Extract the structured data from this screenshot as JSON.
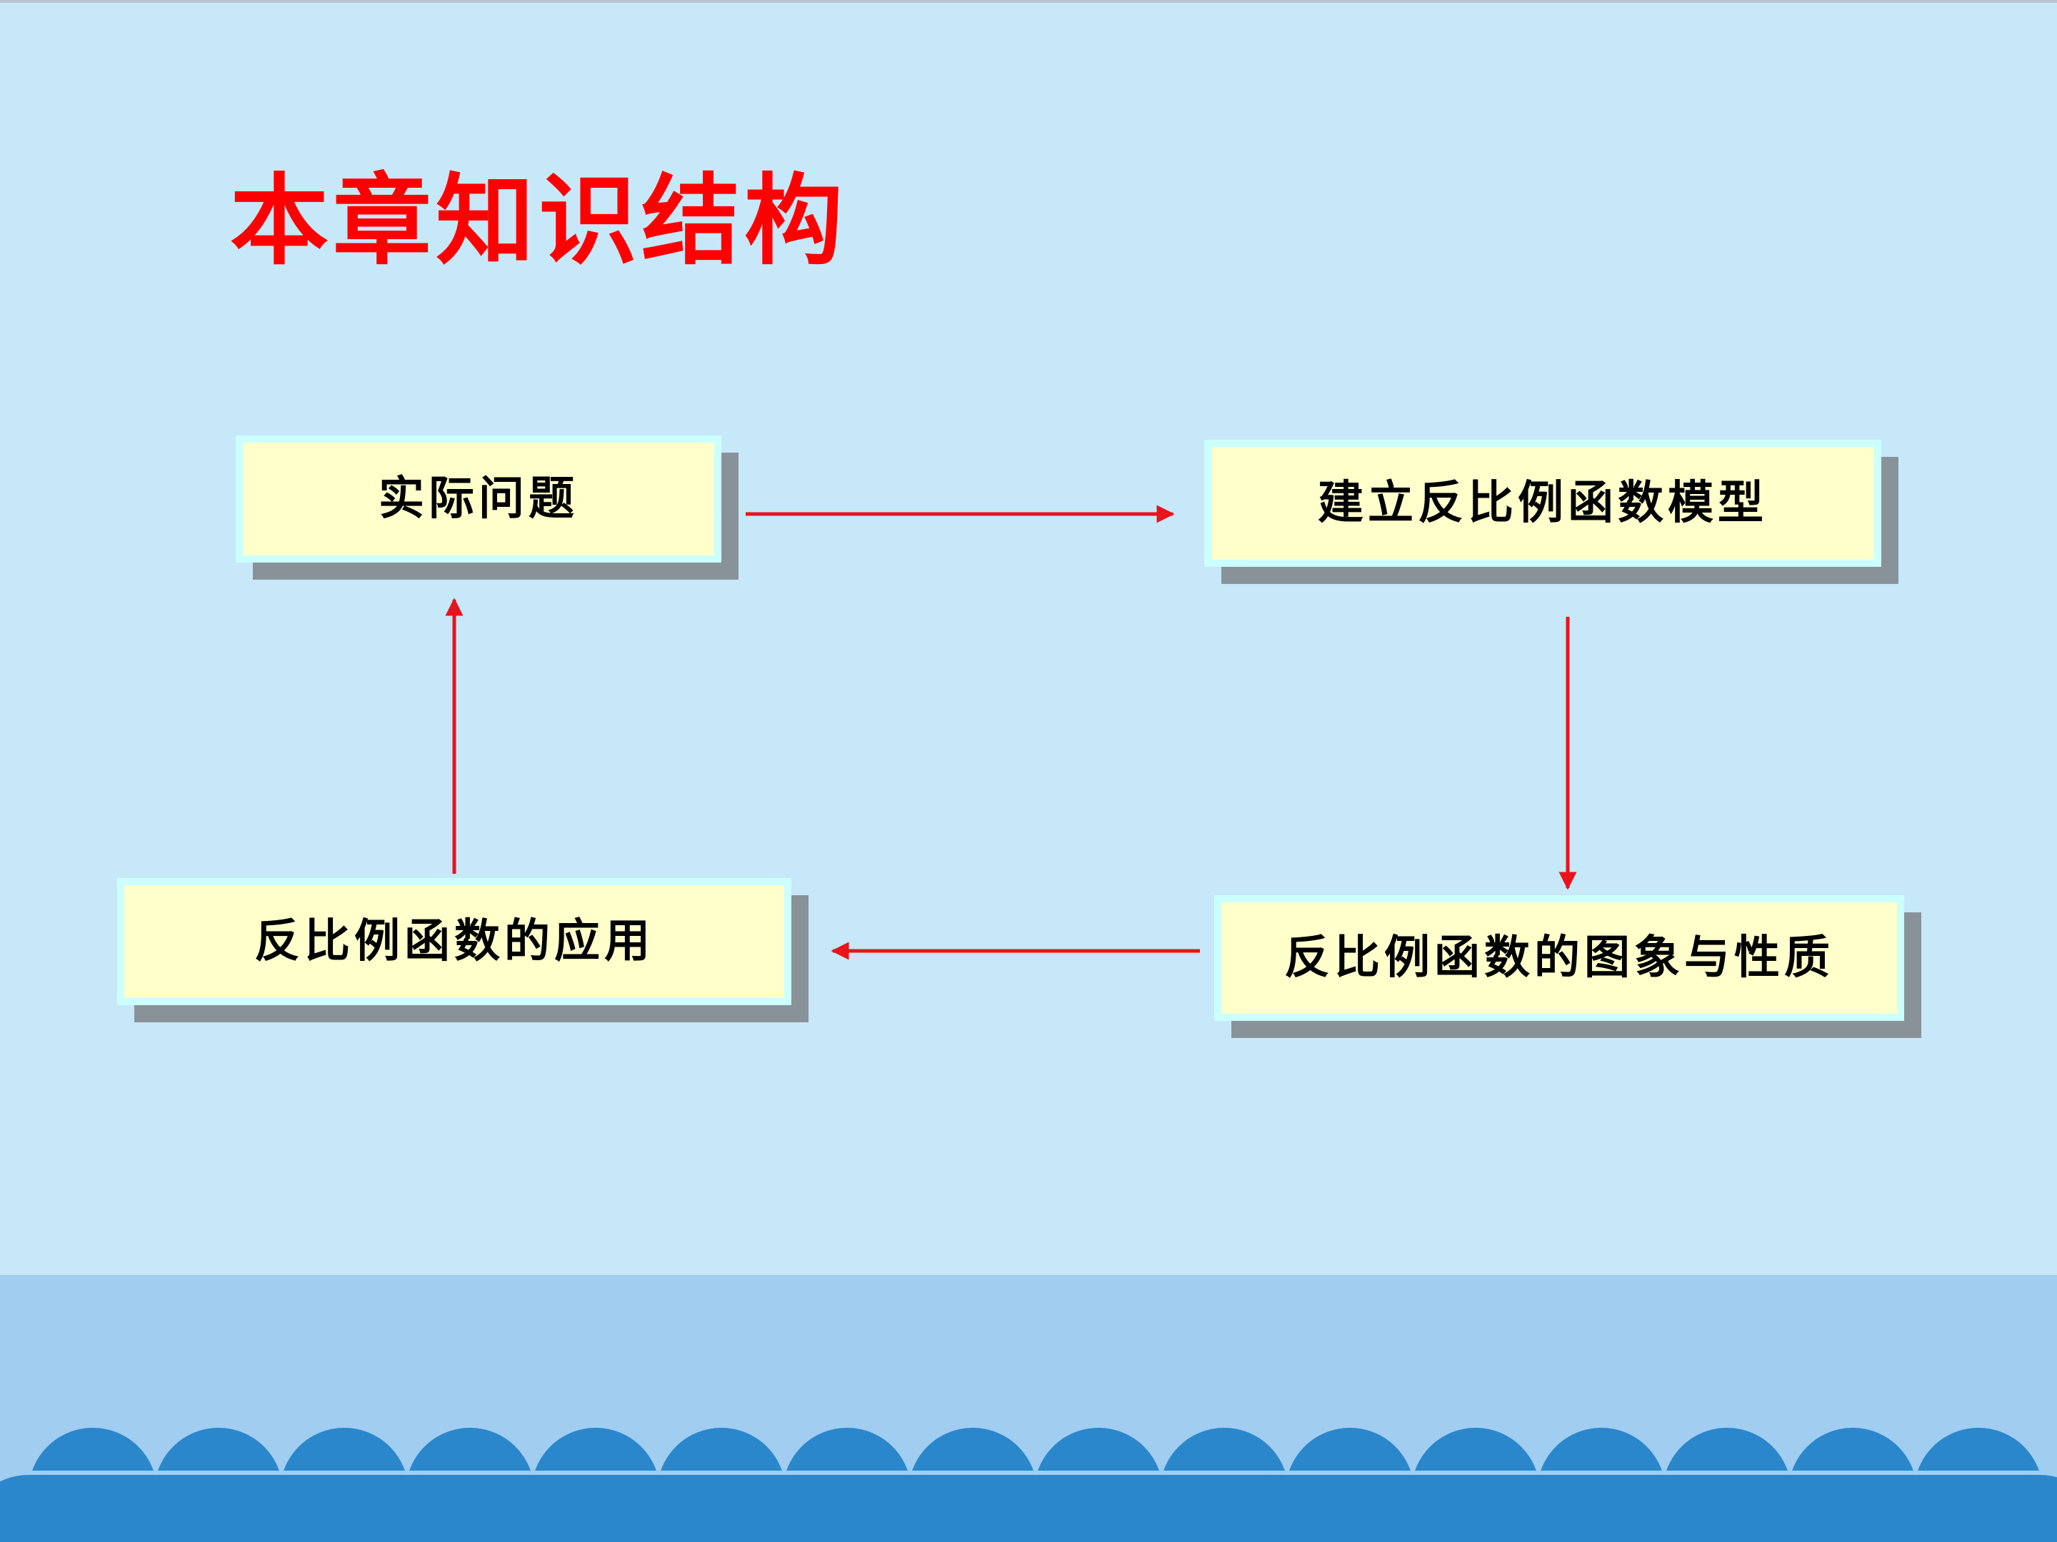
{
  "slide": {
    "title": "本章知识结构"
  },
  "nodes": {
    "practical_problem": "实际问题",
    "build_model": "建立反比例函数模型",
    "graph_properties": "反比例函数的图象与性质",
    "application": "反比例函数的应用"
  },
  "colors": {
    "background": "#c7e8f9",
    "title": "#ff0000",
    "box_fill": "#ffffcc",
    "box_border": "#ccffff",
    "box_shadow": "#8a9299",
    "arrow": "#e8141c",
    "wave_dark": "#2a87cc",
    "band": "#a0cdf0"
  }
}
